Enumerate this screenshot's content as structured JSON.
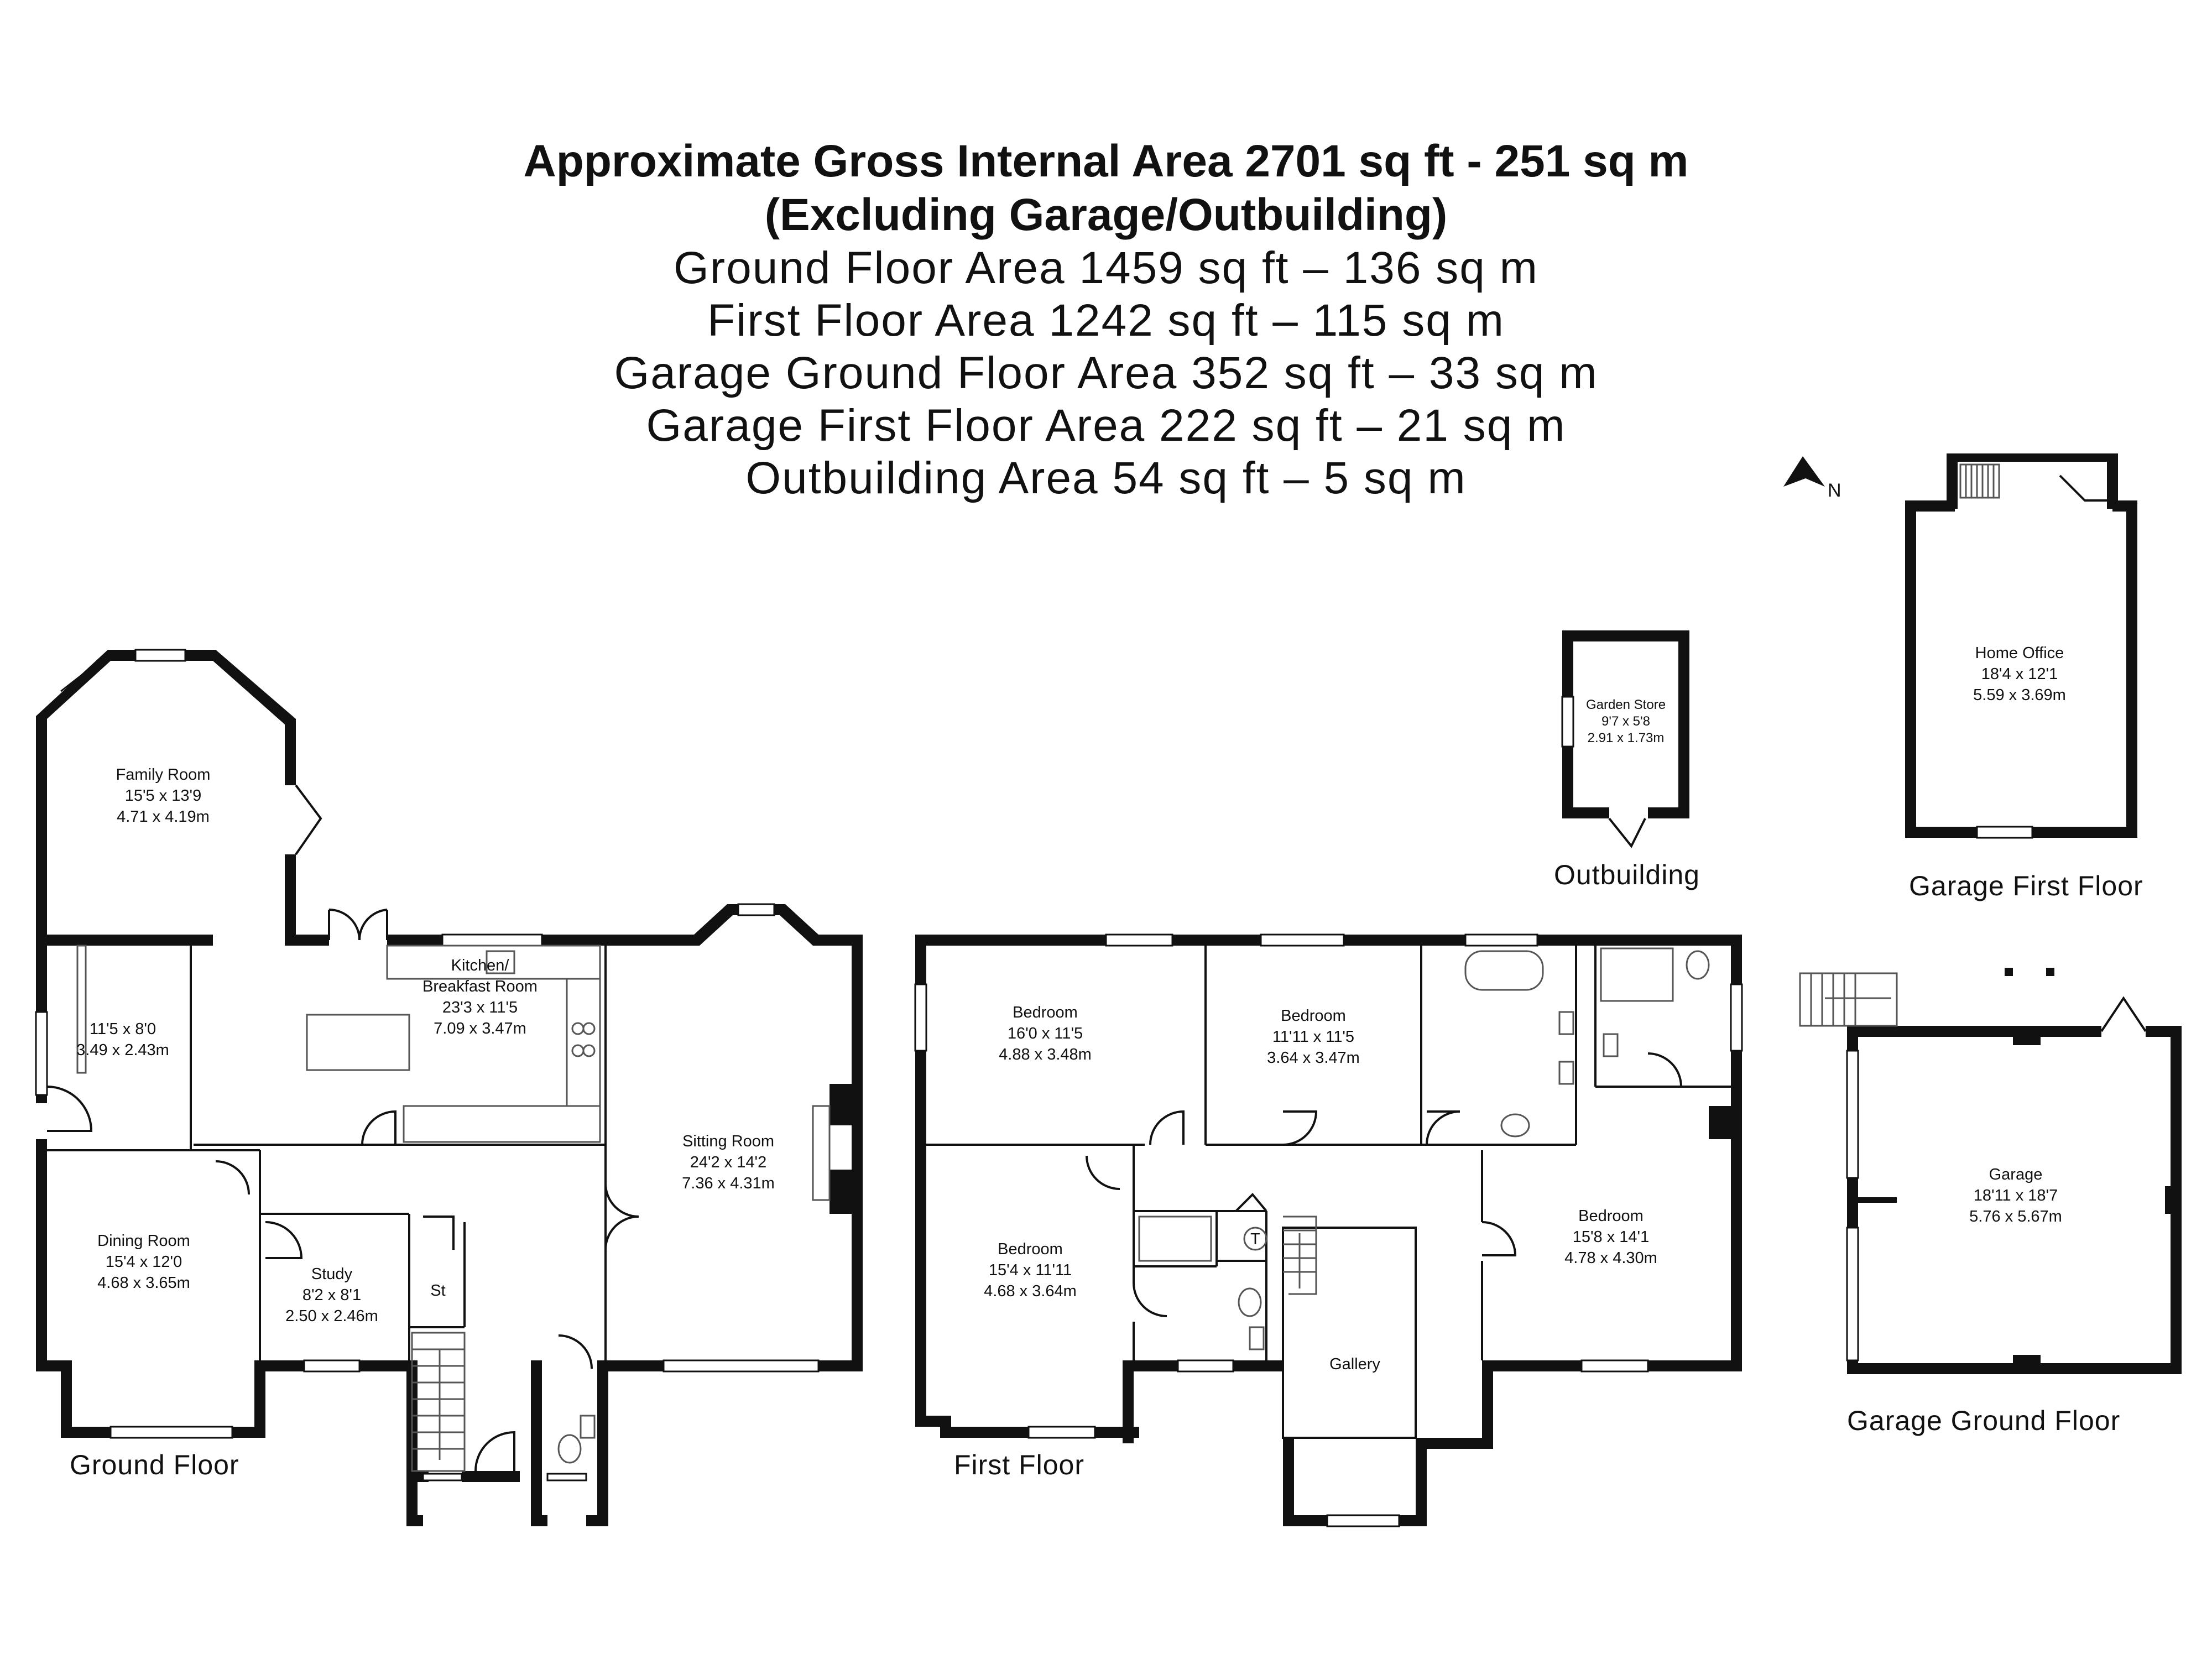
{
  "header": {
    "line1": "Approximate Gross Internal Area 2701 sq ft - 251 sq m",
    "line2": "(Excluding Garage/Outbuilding)",
    "line3": "Ground Floor Area 1459 sq ft – 136 sq m",
    "line4": "First Floor Area 1242 sq ft – 115 sq m",
    "line5": "Garage Ground Floor Area 352 sq ft – 33 sq m",
    "line6": "Garage First Floor Area 222 sq ft – 21 sq m",
    "line7": "Outbuilding Area 54 sq ft – 5 sq m"
  },
  "compass": {
    "label": "N",
    "icon": "north-arrow-icon"
  },
  "floors": {
    "ground": "Ground Floor",
    "first": "First Floor",
    "outbuilding": "Outbuilding",
    "garage_first": "Garage First Floor",
    "garage_ground": "Garage Ground Floor"
  },
  "rooms": {
    "family_room": {
      "name": "Family Room",
      "imperial": "15'5 x 13'9",
      "metric": "4.71 x 4.19m"
    },
    "utility": {
      "imperial": "11'5 x 8'0",
      "metric": "3.49 x 2.43m"
    },
    "kitchen": {
      "name1": "Kitchen/",
      "name2": "Breakfast Room",
      "imperial": "23'3 x 11'5",
      "metric": "7.09 x 3.47m"
    },
    "sitting_room": {
      "name": "Sitting Room",
      "imperial": "24'2 x 14'2",
      "metric": "7.36 x 4.31m"
    },
    "dining_room": {
      "name": "Dining Room",
      "imperial": "15'4 x 12'0",
      "metric": "4.68 x 3.65m"
    },
    "study": {
      "name": "Study",
      "imperial": "8'2 x 8'1",
      "metric": "2.50 x 2.46m"
    },
    "store": {
      "name": "St"
    },
    "bedroom1": {
      "name": "Bedroom",
      "imperial": "16'0 x 11'5",
      "metric": "4.88 x 3.48m"
    },
    "bedroom2": {
      "name": "Bedroom",
      "imperial": "11'11 x 11'5",
      "metric": "3.64 x 3.47m"
    },
    "bedroom3": {
      "name": "Bedroom",
      "imperial": "15'4 x 11'11",
      "metric": "4.68 x 3.64m"
    },
    "bedroom4": {
      "name": "Bedroom",
      "imperial": "15'8 x 14'1",
      "metric": "4.78 x 4.30m"
    },
    "tank": {
      "name": "T"
    },
    "gallery": {
      "name": "Gallery"
    },
    "garden_store": {
      "name": "Garden Store",
      "imperial": "9'7 x 5'8",
      "metric": "2.91 x 1.73m"
    },
    "home_office": {
      "name": "Home Office",
      "imperial": "18'4 x 12'1",
      "metric": "5.59 x 3.69m"
    },
    "garage": {
      "name": "Garage",
      "imperial": "18'11 x 18'7",
      "metric": "5.76 x 5.67m"
    }
  }
}
